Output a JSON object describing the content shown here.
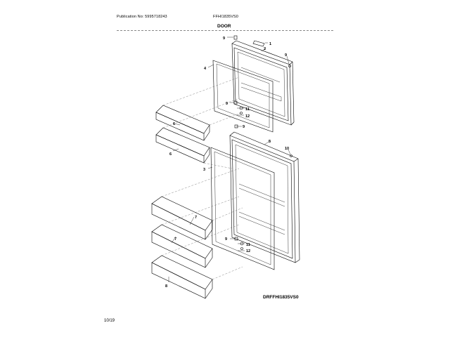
{
  "header": {
    "publication": "Publication No: 5995718243",
    "model": "FFHI1835VS0",
    "section_title": "DOOR"
  },
  "footer": {
    "diagram_id": "DRFFHI1835VS0",
    "page": "10/19"
  },
  "callouts": [
    "1",
    "2",
    "9",
    "9",
    "4",
    "9",
    "11",
    "12",
    "6",
    "6",
    "9",
    "5",
    "10",
    "3",
    "7",
    "7",
    "8",
    "9",
    "11",
    "12"
  ]
}
